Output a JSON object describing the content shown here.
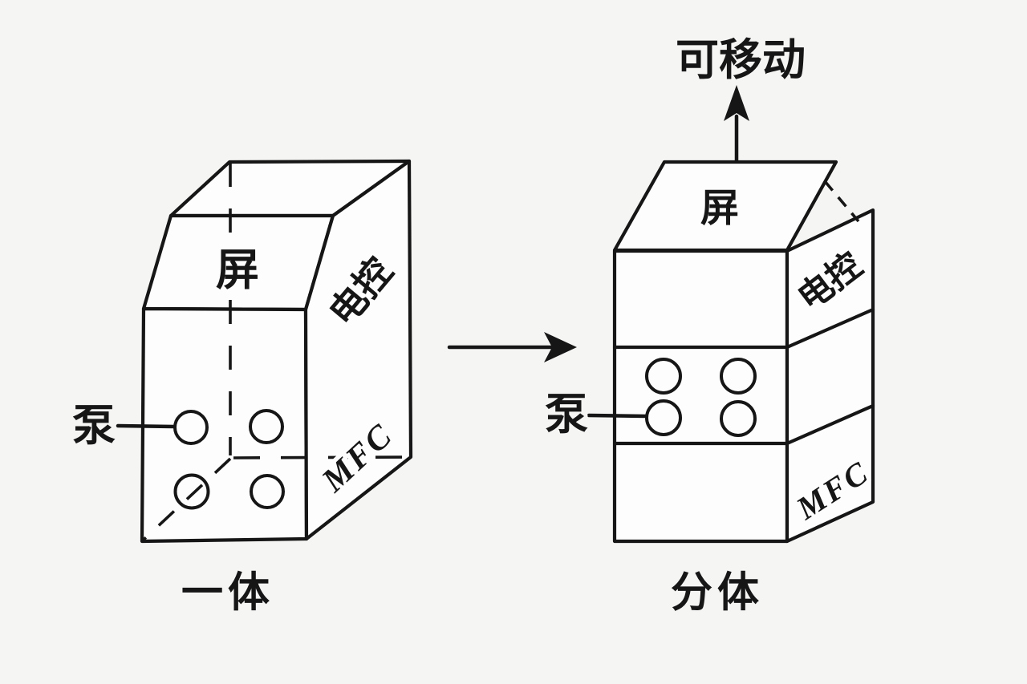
{
  "colors": {
    "background": "#f5f5f4",
    "face": "#fdfdfd",
    "line": "#161616"
  },
  "left_figure": {
    "caption": "一体",
    "screen_label": "屏",
    "control_label": "电控",
    "mfc_label": "MFC",
    "pump_label": "泵"
  },
  "right_figure": {
    "caption": "分体",
    "movable_label": "可移动",
    "screen_label": "屏",
    "control_label": "电控",
    "mfc_label": "MFC",
    "pump_label": "泵"
  }
}
